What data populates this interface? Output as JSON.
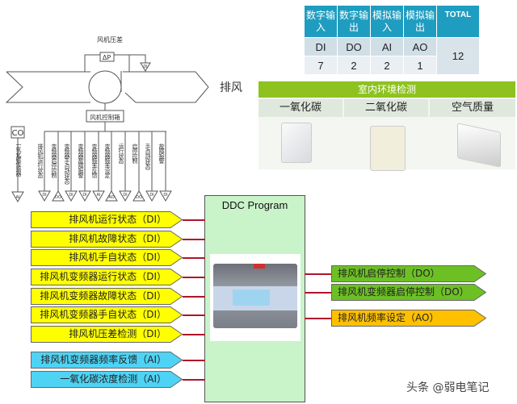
{
  "io_table": {
    "headers": [
      "数字输入",
      "数字输出",
      "模拟输入",
      "模拟输出",
      "TOTAL"
    ],
    "codes": [
      "DI",
      "DO",
      "AI",
      "AO"
    ],
    "counts": [
      "7",
      "2",
      "2",
      "1"
    ],
    "total": "12",
    "header_color": "#1f9dc0"
  },
  "env_panel": {
    "title": "室内环境检测",
    "columns": [
      "一氧化碳",
      "二氧化碳",
      "空气质量"
    ],
    "header_color": "#8dc21f"
  },
  "schematic": {
    "pressure_label": "风机压差",
    "dp_label": "ΔP",
    "exhaust_label": "排风",
    "control_box_label": "风机控制箱",
    "co_label": "CO",
    "co_sensor_label": "一氧化碳传感器",
    "branches": [
      {
        "label": "排风机运行状态",
        "type": "DI"
      },
      {
        "label": "变频器启停控制",
        "type": "DO"
      },
      {
        "label": "变频器手/自动状态",
        "type": "DI"
      },
      {
        "label": "变频器故障报警",
        "type": "DI"
      },
      {
        "label": "变频器频率反馈",
        "type": "AI"
      },
      {
        "label": "变频器频率设定",
        "type": "AO"
      },
      {
        "label": "运行状态",
        "type": "DI"
      },
      {
        "label": "启停控制",
        "type": "DO"
      },
      {
        "label": "手/自动状态",
        "type": "DI"
      },
      {
        "label": "故障报警",
        "type": "DI"
      }
    ],
    "co_type": "AI",
    "dp_type": "DI"
  },
  "ddc": {
    "title": "DDC Program"
  },
  "inputs": [
    {
      "label": "排风机运行状态（DI）",
      "color": "#ffff00"
    },
    {
      "label": "排风机故障状态（DI）",
      "color": "#ffff00"
    },
    {
      "label": "排风机手自状态（DI）",
      "color": "#ffff00"
    },
    {
      "label": "排风机变频器运行状态（DI）",
      "color": "#ffff00"
    },
    {
      "label": "排风机变频器故障状态（DI）",
      "color": "#ffff00"
    },
    {
      "label": "排风机变频器手自状态（DI）",
      "color": "#ffff00"
    },
    {
      "label": "排风机压差检测（DI）",
      "color": "#ffff00"
    },
    {
      "label": "排风机变频器频率反馈（AI）",
      "color": "#4fd3f5"
    },
    {
      "label": "一氧化碳浓度检测（AI）",
      "color": "#4fd3f5"
    }
  ],
  "outputs": [
    {
      "label": "排风机启停控制（DO）",
      "color": "#6cc024"
    },
    {
      "label": "排风机变频器启停控制（DO）",
      "color": "#6cc024"
    },
    {
      "label": "排风机频率设定（AO）",
      "color": "#ffc000"
    }
  ],
  "watermark": "头条 @弱电笔记"
}
